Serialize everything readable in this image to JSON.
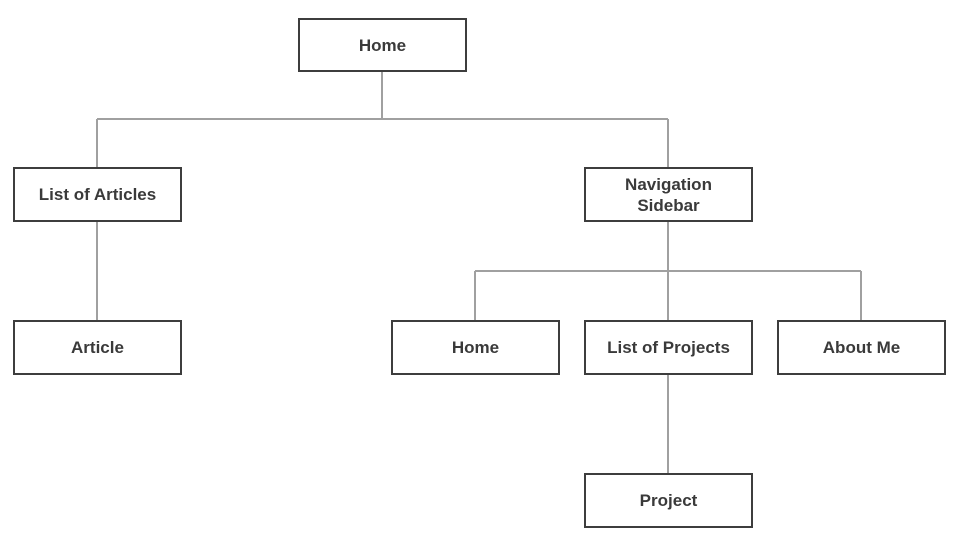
{
  "colors": {
    "node_border": "#3d3d3d",
    "node_text": "#3a3a3a",
    "connector": "#a0a0a0",
    "background": "#ffffff"
  },
  "diagram": {
    "type": "tree",
    "nodes": {
      "root_home": "Home",
      "list_of_articles": "List of Articles",
      "article": "Article",
      "navigation_sidebar": "Navigation Sidebar",
      "nav_home": "Home",
      "list_of_projects": "List of Projects",
      "about_me": "About Me",
      "project": "Project"
    },
    "edges": [
      [
        "root_home",
        "list_of_articles"
      ],
      [
        "root_home",
        "navigation_sidebar"
      ],
      [
        "list_of_articles",
        "article"
      ],
      [
        "navigation_sidebar",
        "nav_home"
      ],
      [
        "navigation_sidebar",
        "list_of_projects"
      ],
      [
        "navigation_sidebar",
        "about_me"
      ],
      [
        "list_of_projects",
        "project"
      ]
    ]
  }
}
